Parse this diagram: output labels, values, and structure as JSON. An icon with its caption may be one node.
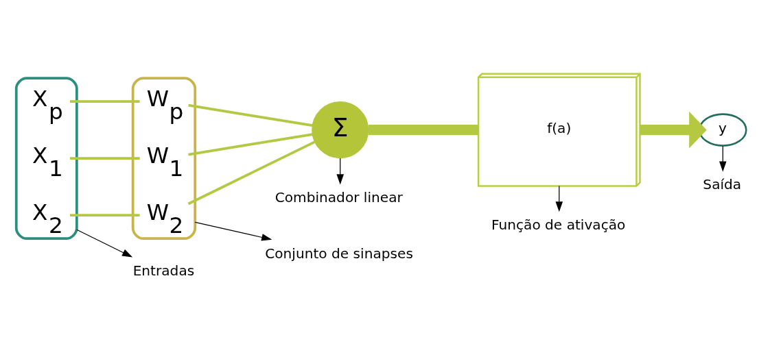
{
  "diagram": {
    "nodes": [
      {
        "text": [],
        "shape": "ellipse"
      },
      {
        "text": [
          "X$_{1}$"
        ],
        "in": 0
      },
      {
        "text": [
          "X$_{2}$"
        ],
        "in": 0
      },
      {
        "text": [
          "X$_{p}$"
        ],
        "in": 0
      },
      {
        "text": [],
        "shape": "ellipse"
      },
      {
        "text": [
          "W$_{1}$"
        ],
        "in": 4
      },
      {
        "text": [
          "W$_{2}$"
        ],
        "in": 4
      },
      {
        "text": [
          "W$_{p}$"
        ],
        "in": 4
      },
      {
        "text": [
          "Σ"
        ]
      },
      {
        "text": [
          "f(a)"
        ]
      },
      {
        "text": [
          "y"
        ]
      },
      {
        "text": [
          "Entradas"
        ]
      },
      {
        "text": [
          "Conjunto de sinapses"
        ]
      },
      {
        "text": [
          "Combinador linear"
        ]
      },
      {
        "text": [
          "Função de ativação"
        ]
      },
      {
        "text": [
          "Saída"
        ]
      }
    ],
    "edges": [
      {
        "from": 1,
        "to": 5,
        "arrow": "none"
      },
      {
        "from": 2,
        "to": 6,
        "arrow": "none"
      },
      {
        "from": 3,
        "to": 7,
        "arrow": "none"
      },
      {
        "from": 5,
        "to": 8,
        "arrow": "none"
      },
      {
        "from": 6,
        "to": 8,
        "arrow": "none"
      },
      {
        "from": 7,
        "to": 8,
        "arrow": "none"
      },
      {
        "from": 8,
        "to": 9,
        "arrow": "none",
        "style": "thick"
      },
      {
        "from": 9,
        "to": 10,
        "arrow": "to",
        "style": "thick"
      },
      {
        "from": 0,
        "to": 11,
        "arrow": "to",
        "color": "#000000"
      },
      {
        "from": 4,
        "to": 12,
        "arrow": "to",
        "color": "#000000"
      },
      {
        "from": 8,
        "to": 13,
        "arrow": "to",
        "color": "#000000"
      },
      {
        "from": 9,
        "to": 14,
        "arrow": "to",
        "color": "#000000"
      },
      {
        "from": 10,
        "to": 15,
        "arrow": "to",
        "color": "#000000"
      }
    ]
  }
}
